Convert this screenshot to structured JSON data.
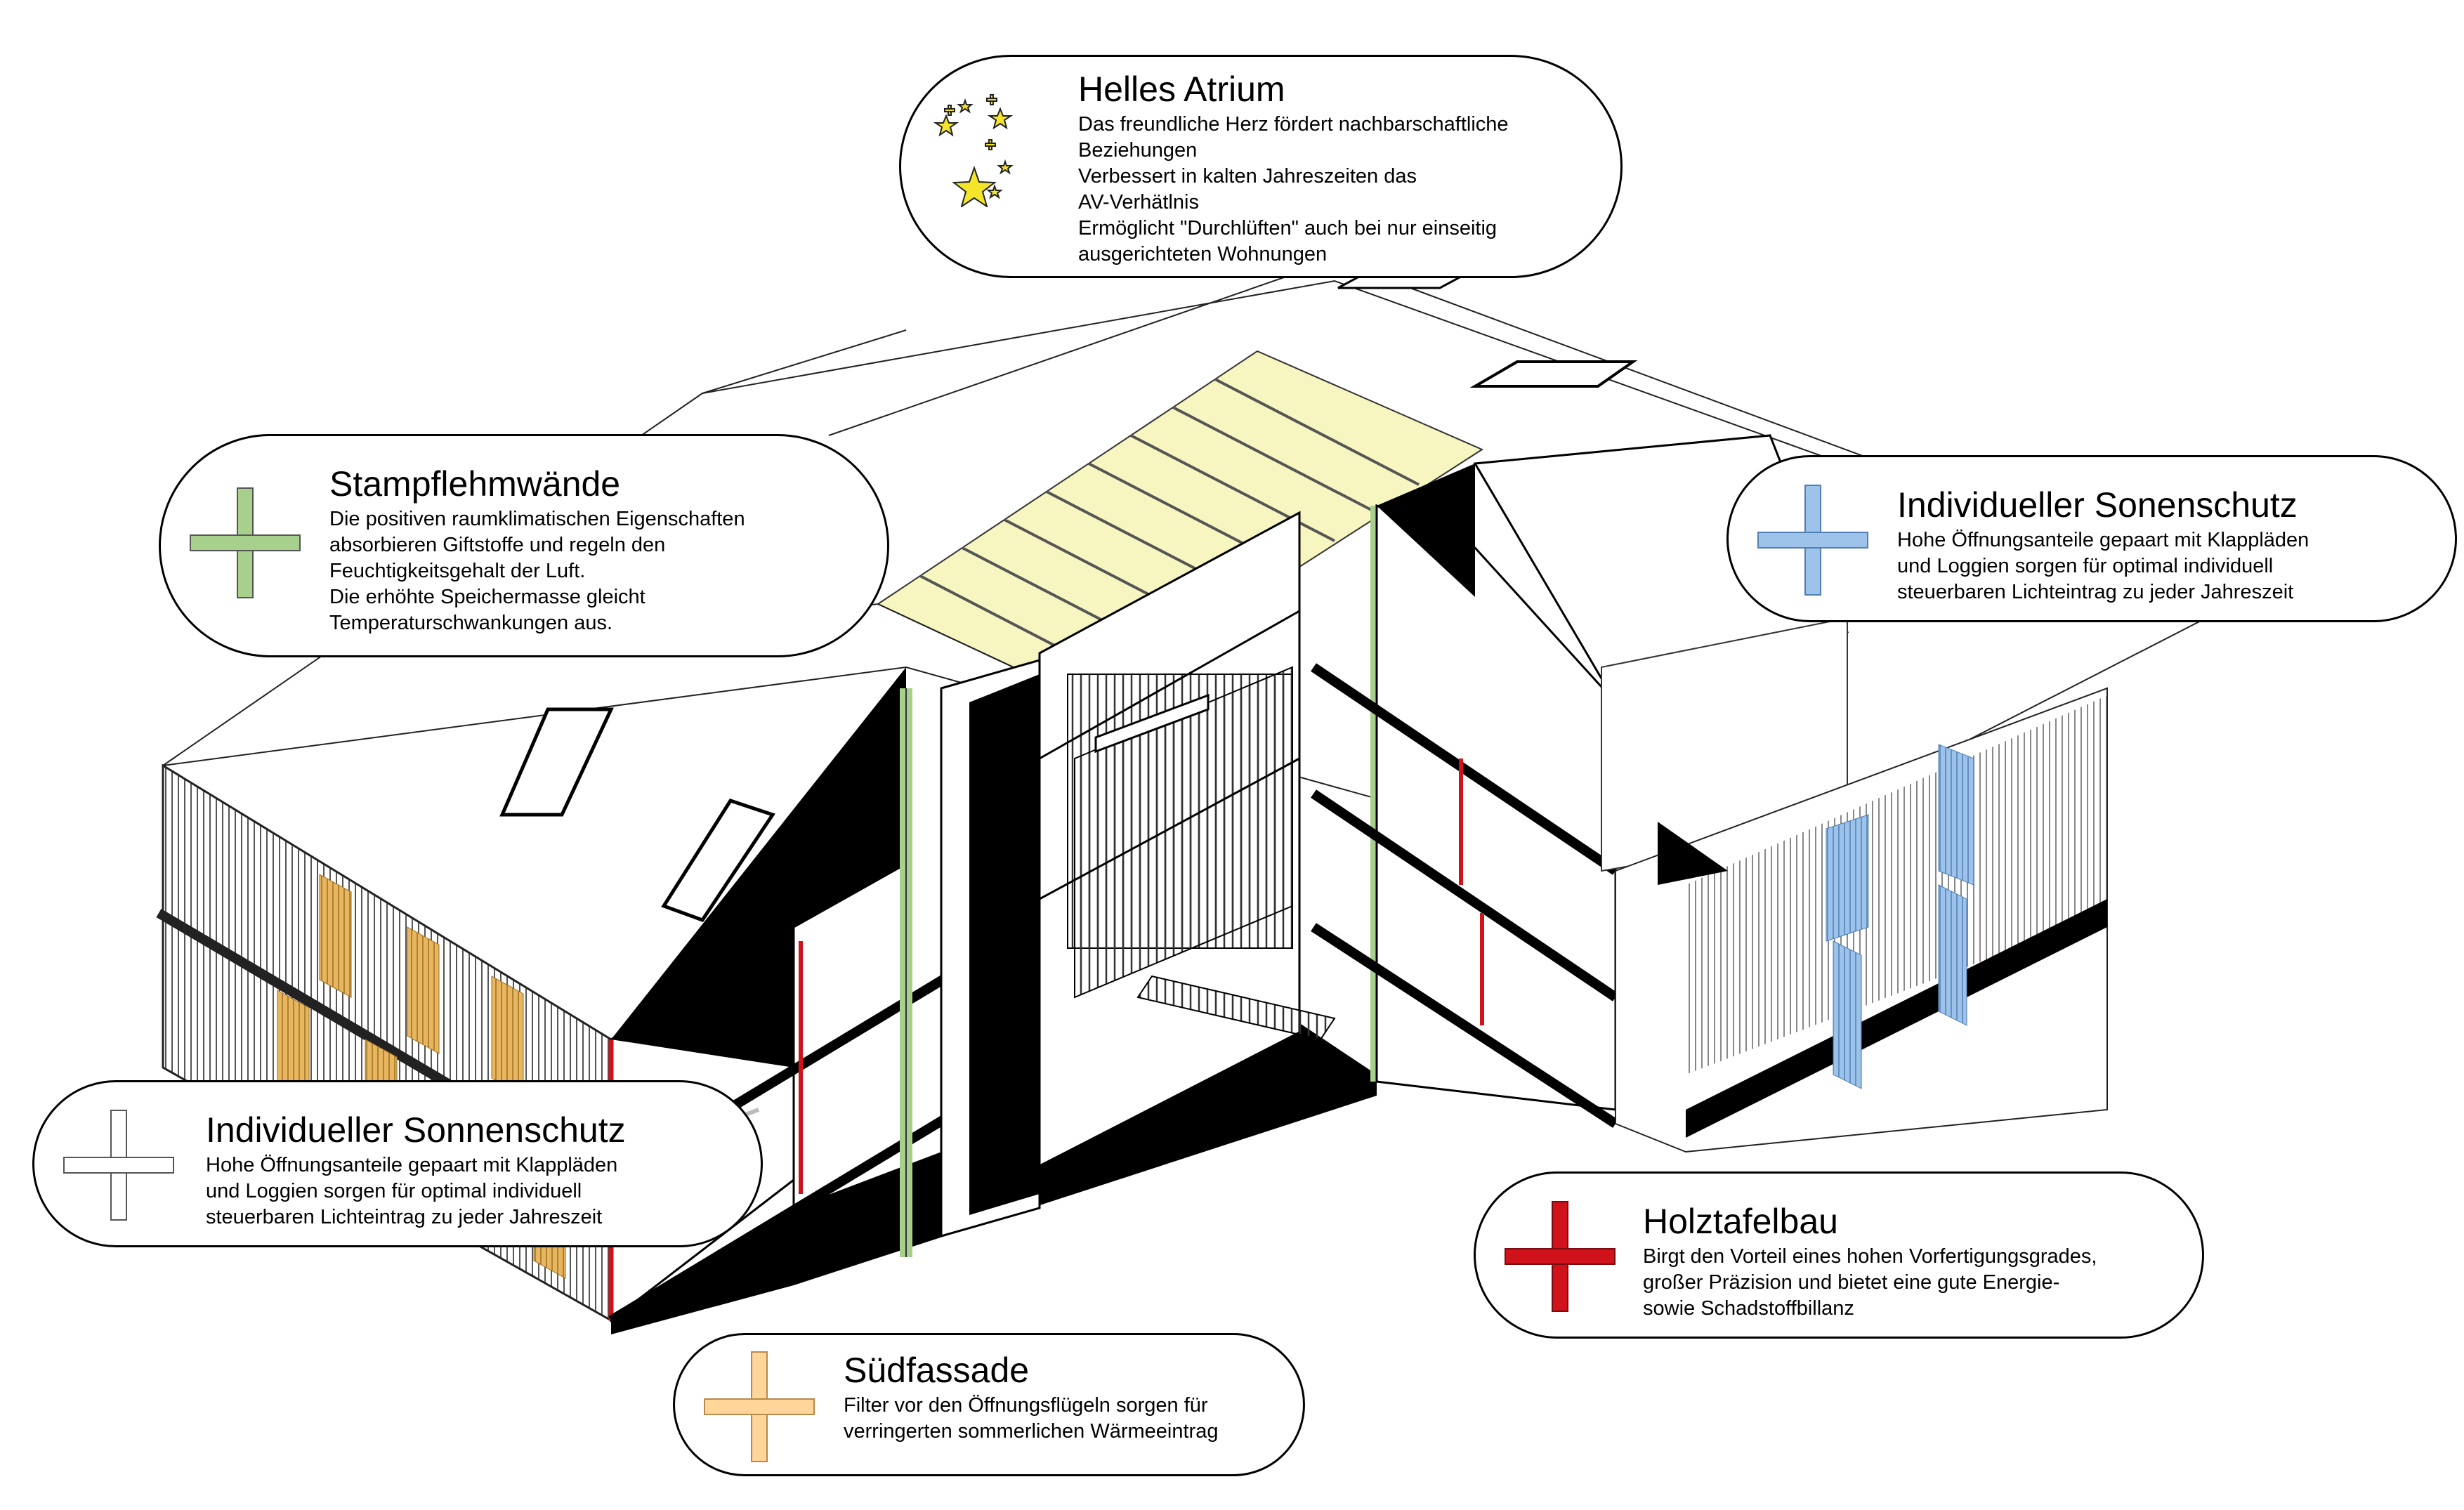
{
  "callouts": {
    "atrium": {
      "title": "Helles Atrium",
      "lines": [
        "Das freundliche Herz fördert nachbarschaftliche",
        "Beziehungen",
        "Verbessert in kalten Jahreszeiten das",
        "AV-Verhätlnis",
        "Ermöglicht \"Durchlüften\" auch bei nur einseitig",
        "ausgerichteten Wohnungen"
      ],
      "icon": "stars-icon",
      "color": "#f5e52a"
    },
    "stampflehm": {
      "title": "Stampflehmwände",
      "lines": [
        "Die positiven raumklimatischen Eigenschaften",
        "absorbieren Giftstoffe und regeln den",
        "Feuchtigkeitsgehalt der Luft.",
        "Die erhöhte Speichermasse gleicht",
        "Temperaturschwankungen aus."
      ],
      "icon": "cross-icon",
      "color": "#a8d08d"
    },
    "sonnenschutz_right": {
      "title": "Individueller Sonenschutz",
      "lines": [
        "Hohe Öffnungsanteile gepaart mit Klappläden",
        "und Loggien sorgen für optimal individuell",
        "steuerbaren Lichteintrag zu jeder Jahreszeit"
      ],
      "icon": "cross-icon",
      "color": "#9ec3ea"
    },
    "sonnenschutz_left": {
      "title": "Individueller Sonnenschutz",
      "lines": [
        "Hohe Öffnungsanteile gepaart mit Klappläden",
        "und Loggien sorgen für optimal individuell",
        "steuerbaren Lichteintrag zu jeder Jahreszeit"
      ],
      "icon": "cross-icon",
      "color": "#ffffff"
    },
    "holztafelbau": {
      "title": "Holztafelbau",
      "lines": [
        "Birgt den Vorteil eines hohen Vorfertigungsgrades,",
        "großer Präzision und bietet eine  gute Energie-",
        "sowie Schadstoffbillanz"
      ],
      "icon": "cross-icon",
      "color": "#d0121b"
    },
    "suedfassade": {
      "title": "Südfassade",
      "lines": [
        "Filter vor den Öffnungsflügeln sorgen für",
        "verringerten sommerlichen Wärmeeintrag"
      ],
      "icon": "cross-icon",
      "color": "#ffd59a"
    }
  },
  "colors": {
    "rammed_earth": "#a8d08d",
    "timber": "#d0121b",
    "shutters": "#9ec3ea",
    "filters": "#e8b65f",
    "skylight": "#f7f5c0"
  }
}
